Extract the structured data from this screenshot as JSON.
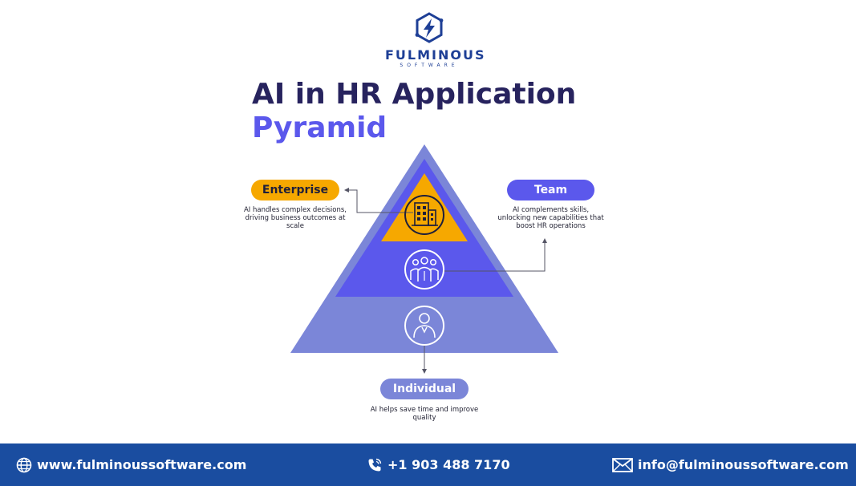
{
  "brand": {
    "name": "FULMINOUS",
    "tagline": "SOFTWARE",
    "logo_icon": "hexagon-lightning-icon"
  },
  "title": {
    "line1": "AI in HR Application",
    "line2": "Pyramid"
  },
  "pyramid": {
    "levels": [
      {
        "label": "Enterprise",
        "description": "AI handles complex decisions, driving business outcomes at scale",
        "icon": "building-icon",
        "color": "#f6a800"
      },
      {
        "label": "Team",
        "description": "AI complements skills, unlocking new capabilities that boost HR operations",
        "icon": "team-icon",
        "color": "#5b58ec"
      },
      {
        "label": "Individual",
        "description": "AI helps save time and improve quality",
        "icon": "person-icon",
        "color": "#7b86d8"
      }
    ]
  },
  "footer": {
    "website": "www.fulminoussoftware.com",
    "phone": "+1 903 488 7170",
    "email": "info@fulminoussoftware.com",
    "background": "#1a4da0"
  }
}
